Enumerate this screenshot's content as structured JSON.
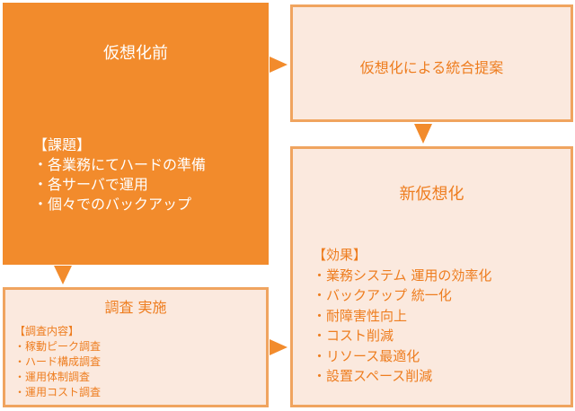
{
  "current": {
    "title": "仮想化前",
    "issues_heading": "【課題】",
    "issues": [
      "・各業務にてハードの準備",
      "・各サーバで運用",
      "・個々でのバックアップ"
    ]
  },
  "proposal": {
    "title": "仮想化による統合提案"
  },
  "survey": {
    "title": "調査 実施",
    "heading": "【調査内容】",
    "items": [
      "・稼動ピーク調査",
      "・ハード構成調査",
      "・運用体制調査",
      "・運用コスト調査"
    ]
  },
  "result": {
    "title": "新仮想化",
    "heading": "【効果】",
    "items": [
      "・業務システム 運用の効率化",
      "・バックアップ 統一化",
      "・耐障害性向上",
      "・コスト削減",
      "・リソース最適化",
      "・設置スペース削減"
    ]
  },
  "colors": {
    "accent": "#f28b2c",
    "light_fill": "#fbe9de",
    "border": "#f0a45f",
    "text_orange": "#ee7d1f"
  }
}
